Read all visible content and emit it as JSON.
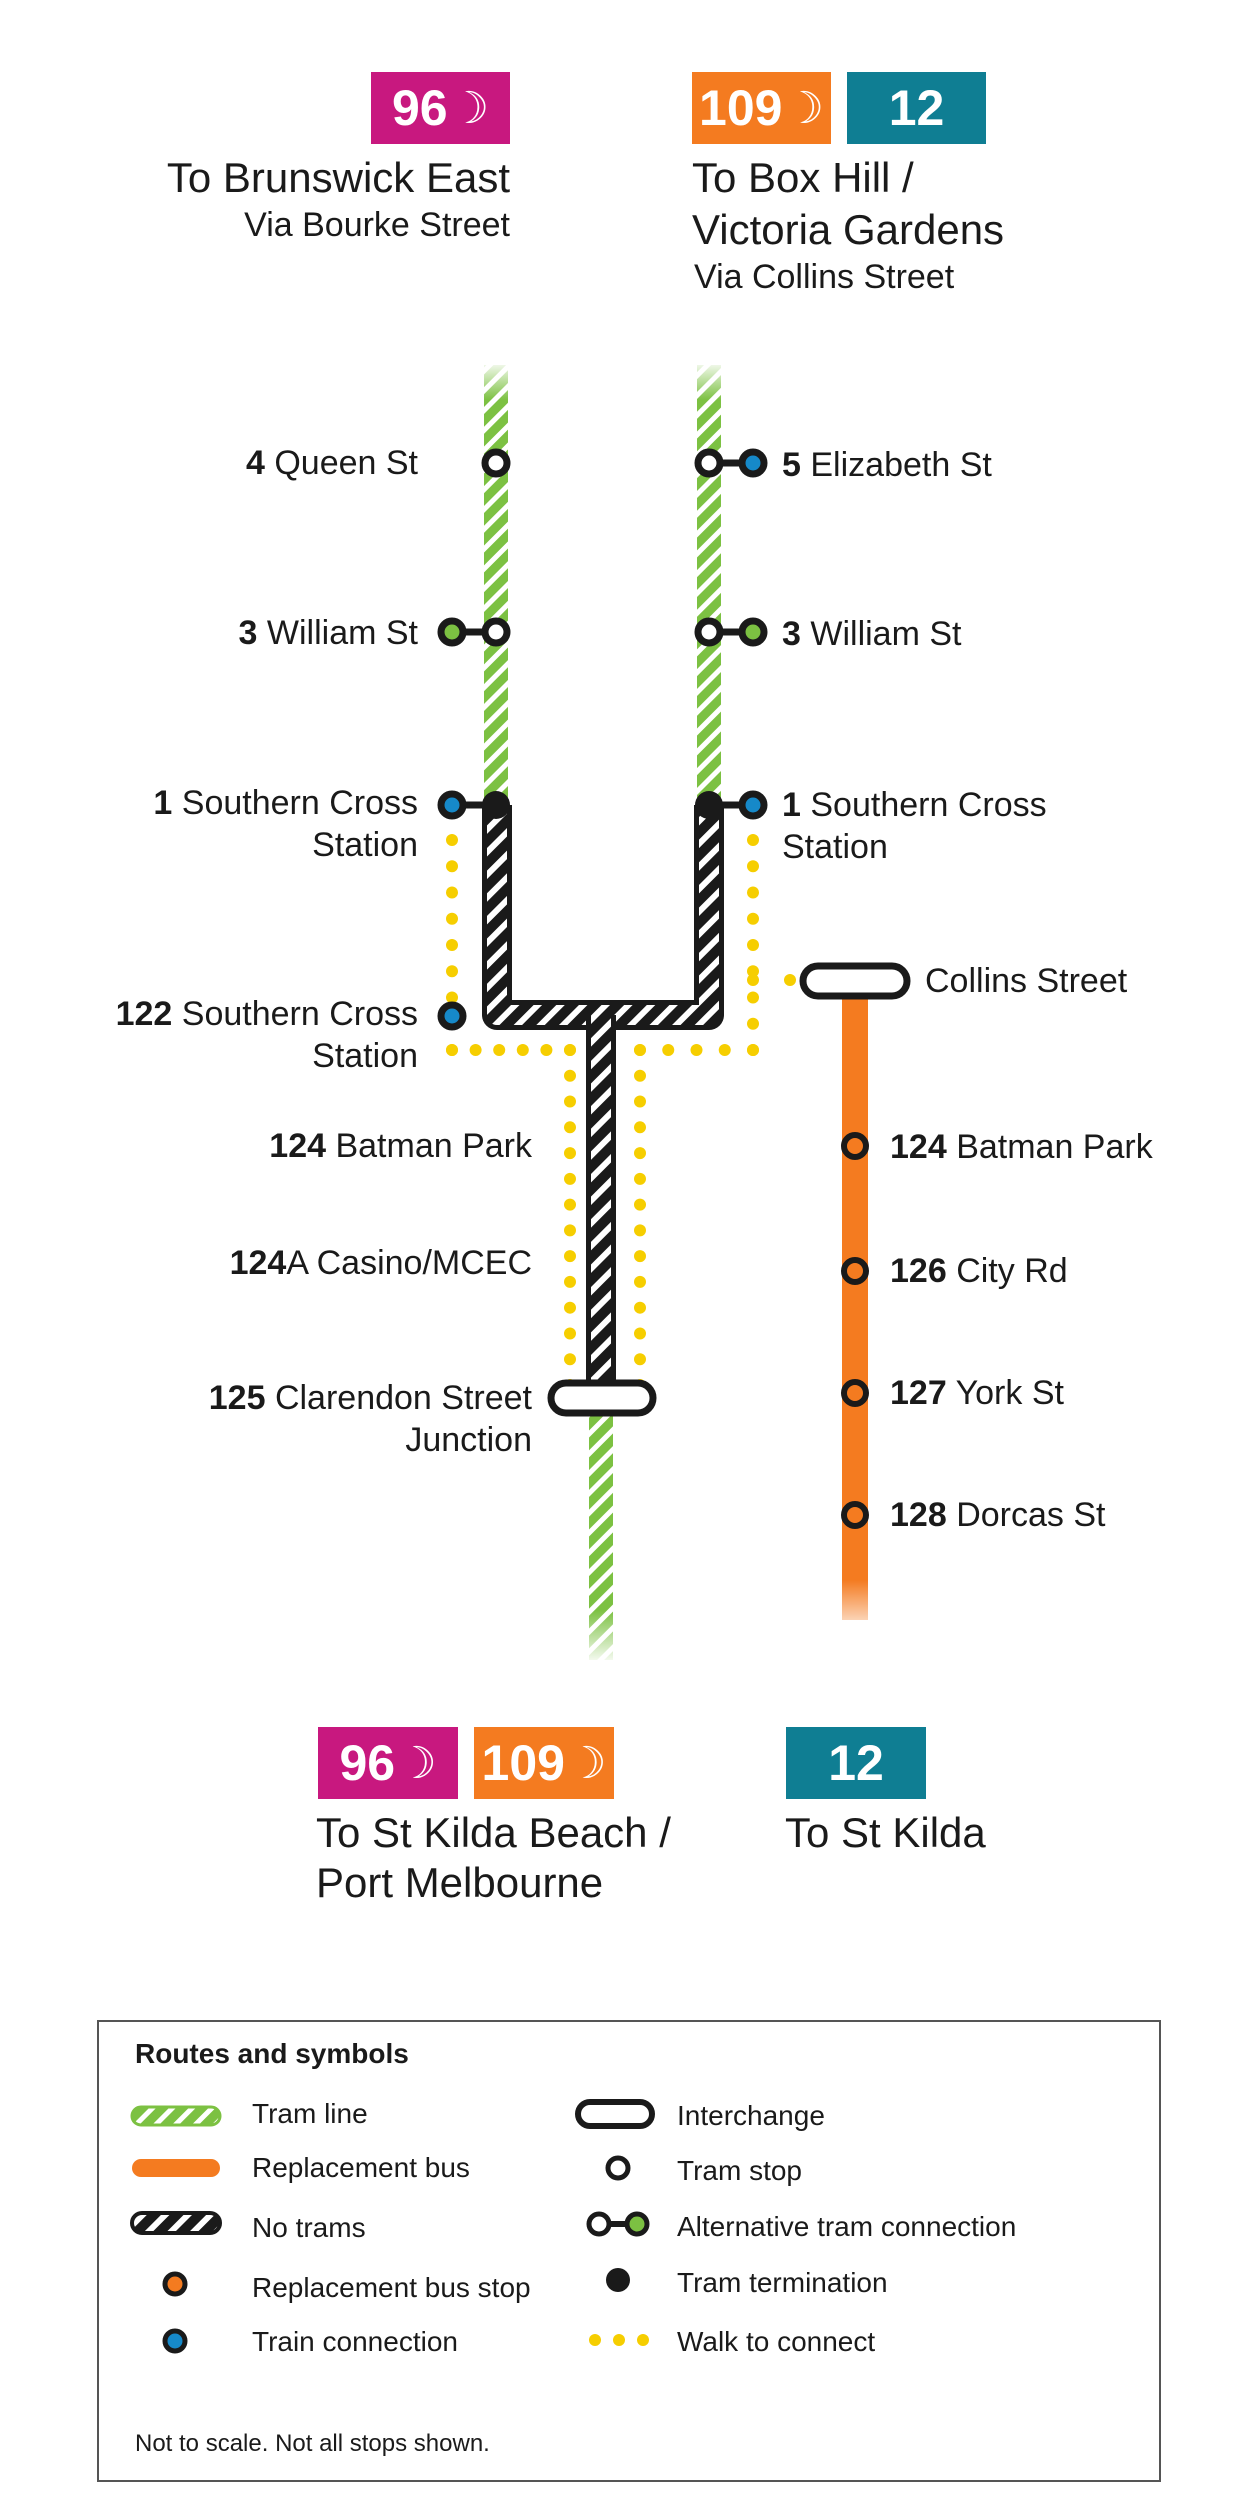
{
  "colors": {
    "route_96": "#c8187f",
    "route_109": "#f47b20",
    "route_12": "#0f7e93",
    "tram_line": "#7cc142",
    "replacement_bus": "#f47b20",
    "no_trams": "#1a1a1a",
    "train": "#1689c9",
    "walk": "#f6ce00"
  },
  "top": {
    "left": {
      "badges": [
        {
          "label": "96",
          "moon": "☽",
          "color": "#c8187f"
        }
      ],
      "destination": "To Brunswick East",
      "via": "Via Bourke Street"
    },
    "right": {
      "badges": [
        {
          "label": "109",
          "moon": "☽",
          "color": "#f47b20"
        },
        {
          "label": "12",
          "color": "#0f7e93"
        }
      ],
      "destination_line1": "To Box Hill /",
      "destination_line2": "Victoria Gardens",
      "via": "Via Collins Street"
    }
  },
  "stops_left": [
    {
      "num": "4",
      "name": "Queen St"
    },
    {
      "num": "3",
      "name": "William St"
    },
    {
      "num": "1",
      "name_line1": "Southern Cross",
      "name_line2": "Station"
    },
    {
      "num": "122",
      "name_line1": "Southern Cross",
      "name_line2": "Station"
    },
    {
      "num": "124",
      "name": "Batman Park"
    },
    {
      "num": "124",
      "suffix": "A",
      "name": "Casino/MCEC"
    },
    {
      "num": "125",
      "name_line1": "Clarendon Street",
      "name_line2": "Junction"
    }
  ],
  "stops_right": [
    {
      "num": "5",
      "name": "Elizabeth St"
    },
    {
      "num": "3",
      "name": "William St"
    },
    {
      "num": "1",
      "name_line1": "Southern Cross",
      "name_line2": "Station"
    }
  ],
  "bus_stops": [
    {
      "name": "Collins Street"
    },
    {
      "num": "124",
      "name": "Batman Park"
    },
    {
      "num": "126",
      "name": "City Rd"
    },
    {
      "num": "127",
      "name": "York St"
    },
    {
      "num": "128",
      "name": "Dorcas St"
    }
  ],
  "bottom": {
    "left": {
      "badges": [
        {
          "label": "96",
          "moon": "☽",
          "color": "#c8187f"
        },
        {
          "label": "109",
          "moon": "☽",
          "color": "#f47b20"
        }
      ],
      "destination_line1": "To St Kilda Beach /",
      "destination_line2": "Port Melbourne"
    },
    "right": {
      "badges": [
        {
          "label": "12",
          "color": "#0f7e93"
        }
      ],
      "destination": "To St Kilda"
    }
  },
  "legend": {
    "title": "Routes and symbols",
    "items_left": [
      {
        "icon": "tram-line-icon",
        "label": "Tram line"
      },
      {
        "icon": "replacement-bus-icon",
        "label": "Replacement bus"
      },
      {
        "icon": "no-trams-icon",
        "label": "No trams"
      },
      {
        "icon": "replacement-bus-stop-icon",
        "label": "Replacement bus stop"
      },
      {
        "icon": "train-connection-icon",
        "label": "Train connection"
      }
    ],
    "items_right": [
      {
        "icon": "interchange-icon",
        "label": "Interchange"
      },
      {
        "icon": "tram-stop-icon",
        "label": "Tram stop"
      },
      {
        "icon": "alternative-tram-connection-icon",
        "label": "Alternative tram connection"
      },
      {
        "icon": "tram-termination-icon",
        "label": "Tram termination"
      },
      {
        "icon": "walk-to-connect-icon",
        "label": "Walk to connect"
      }
    ],
    "note": "Not to scale. Not all stops shown."
  }
}
